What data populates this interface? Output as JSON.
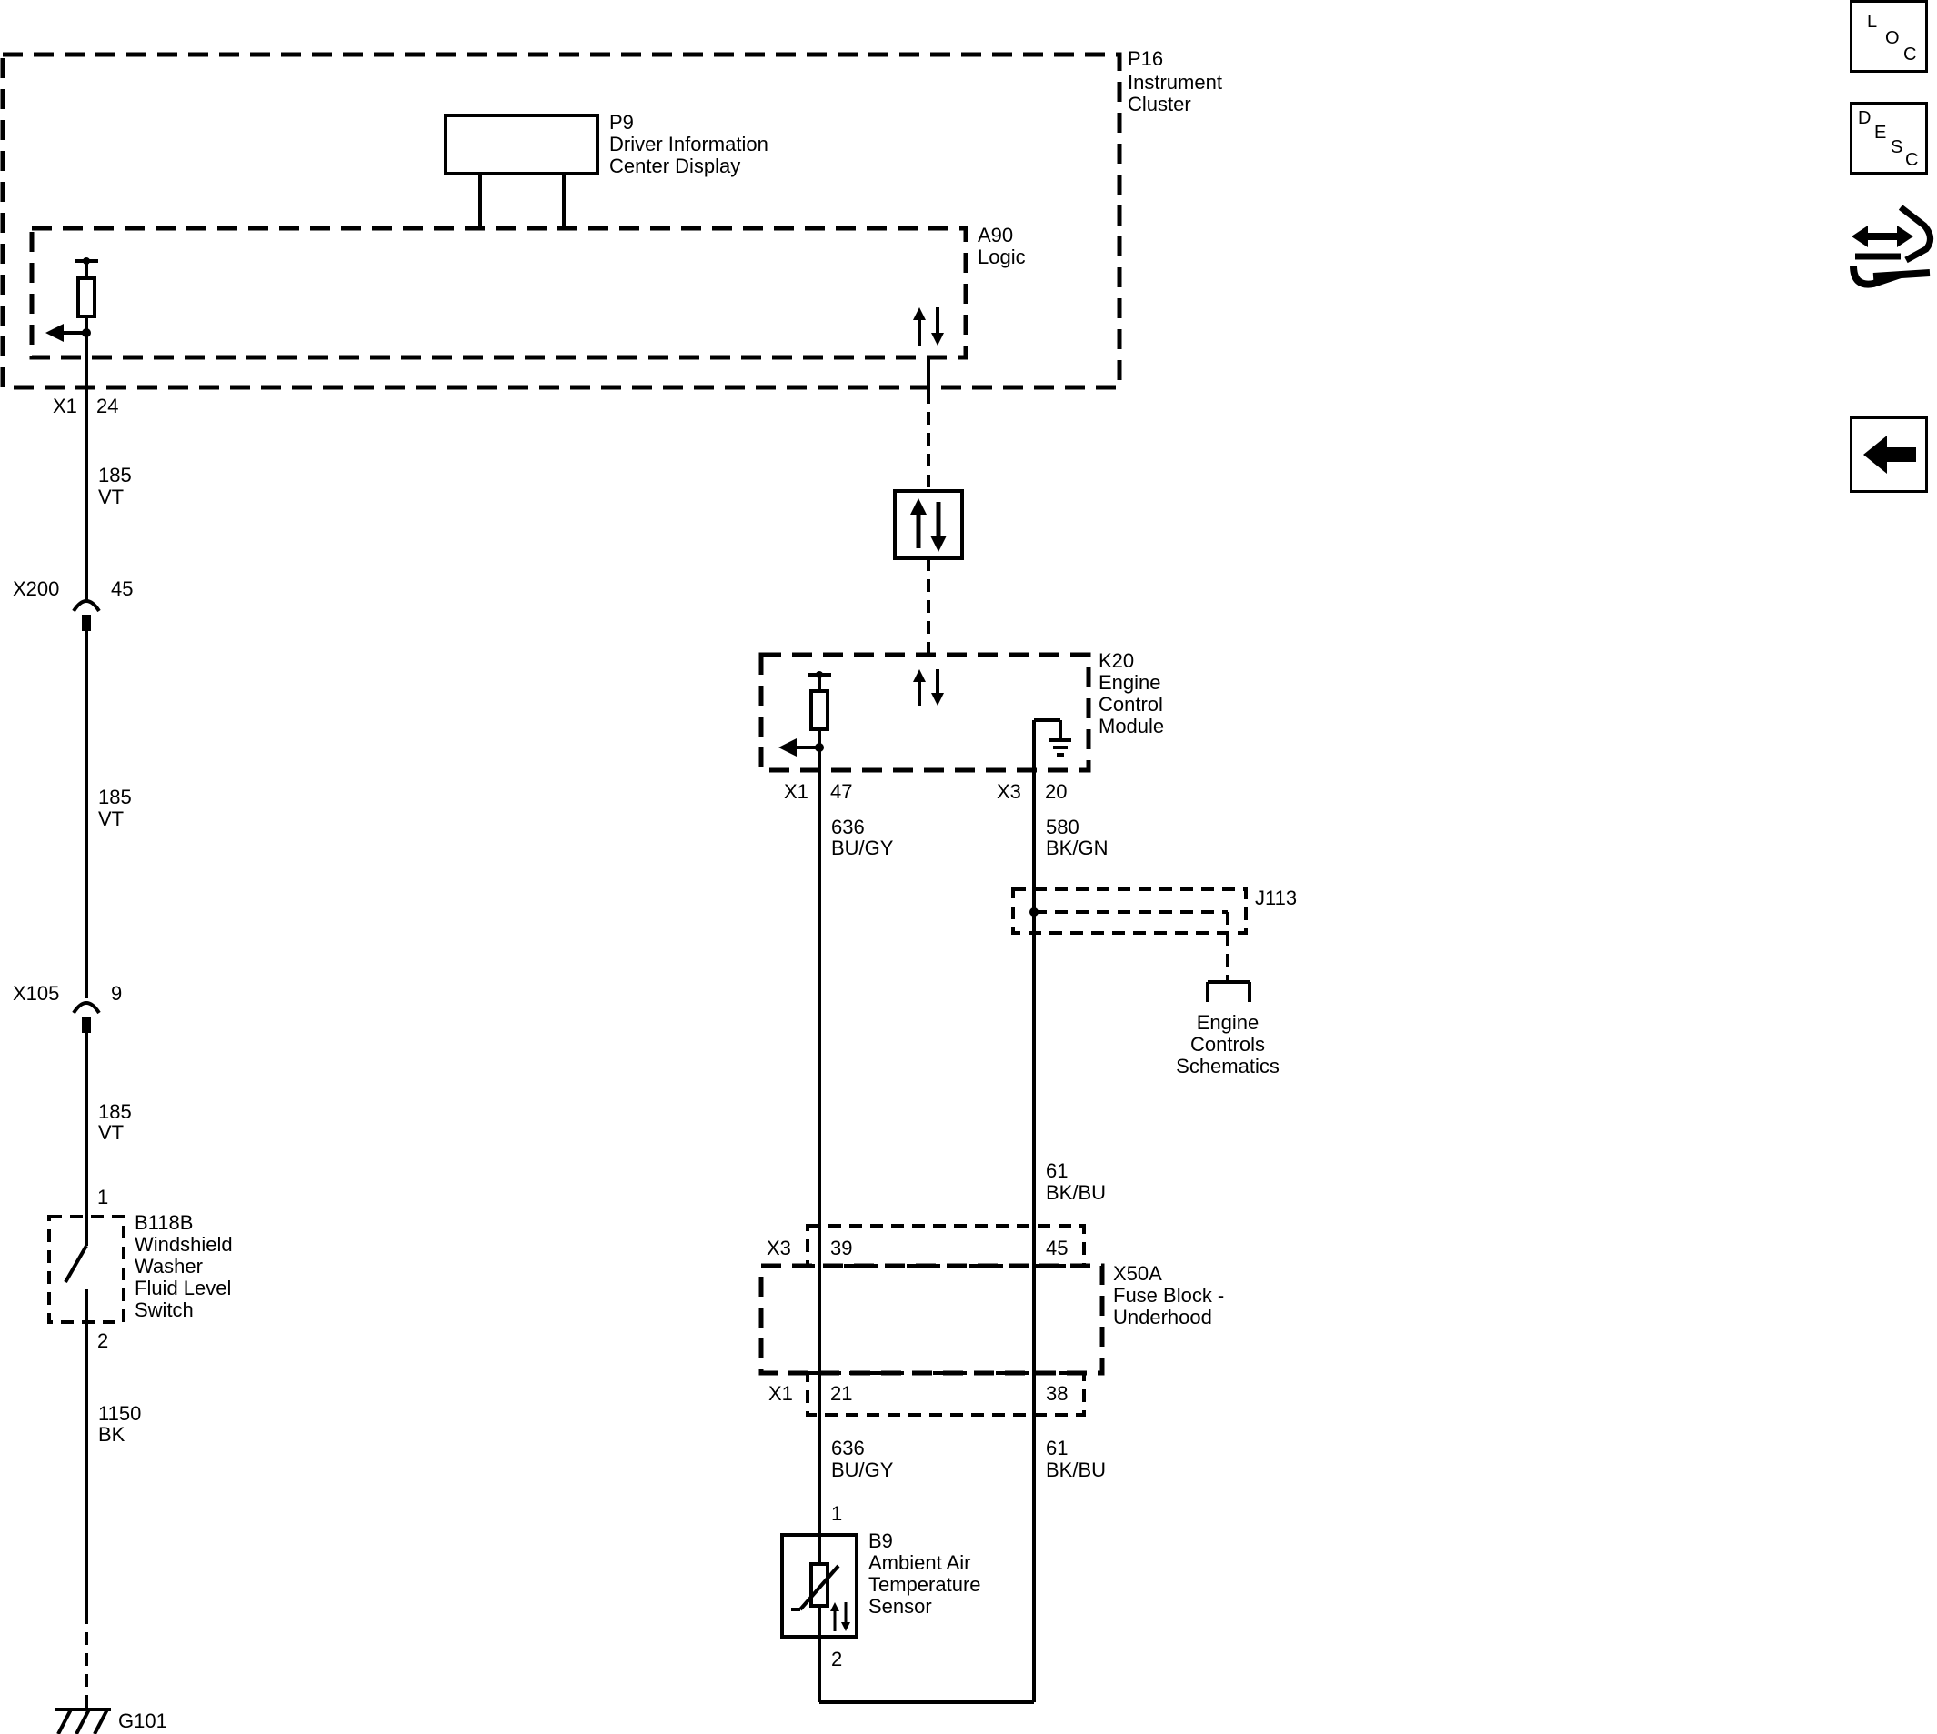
{
  "components": {
    "p16": {
      "ref": "P16",
      "name": [
        "Instrument",
        "Cluster"
      ]
    },
    "p9": {
      "ref": "P9",
      "name": [
        "Driver Information",
        "Center Display"
      ]
    },
    "a90": {
      "ref": "A90",
      "name": [
        "Logic"
      ]
    },
    "k20": {
      "ref": "K20",
      "name": [
        "Engine",
        "Control",
        "Module"
      ]
    },
    "j113": {
      "ref": "J113"
    },
    "engine_controls": {
      "name": [
        "Engine",
        "Controls",
        "Schematics"
      ]
    },
    "x50a": {
      "ref": "X50A",
      "name": [
        "Fuse Block -",
        "Underhood"
      ]
    },
    "b118b": {
      "ref": "B118B",
      "name": [
        "Windshield",
        "Washer",
        "Fluid Level",
        "Switch"
      ]
    },
    "b9": {
      "ref": "B9",
      "name": [
        "Ambient Air",
        "Temperature",
        "Sensor"
      ]
    },
    "g101": {
      "ref": "G101"
    }
  },
  "connectors": {
    "p16_x1": {
      "conn": "X1",
      "pin": "24"
    },
    "x200": {
      "conn": "X200",
      "pin": "45"
    },
    "x105": {
      "conn": "X105",
      "pin": "9"
    },
    "k20_x1": {
      "conn": "X1",
      "pin": "47"
    },
    "k20_x3": {
      "conn": "X3",
      "pin": "20"
    },
    "x50a_x3_left": {
      "conn": "X3",
      "pin": "39"
    },
    "x50a_x3_right": {
      "pin": "45"
    },
    "x50a_x1_left": {
      "conn": "X1",
      "pin": "21"
    },
    "x50a_x1_right": {
      "pin": "38"
    },
    "b118b_pin1": "1",
    "b118b_pin2": "2",
    "b9_pin1": "1",
    "b9_pin2": "2"
  },
  "wires": {
    "w185_a": {
      "circuit": "185",
      "color": "VT"
    },
    "w185_b": {
      "circuit": "185",
      "color": "VT"
    },
    "w185_c": {
      "circuit": "185",
      "color": "VT"
    },
    "w1150": {
      "circuit": "1150",
      "color": "BK"
    },
    "w636_a": {
      "circuit": "636",
      "color": "BU/GY"
    },
    "w580": {
      "circuit": "580",
      "color": "BK/GN"
    },
    "w61_a": {
      "circuit": "61",
      "color": "BK/BU"
    },
    "w636_b": {
      "circuit": "636",
      "color": "BU/GY"
    },
    "w61_b": {
      "circuit": "61",
      "color": "BK/BU"
    }
  },
  "nav": {
    "loc": [
      "L",
      "O",
      "C"
    ],
    "desc": [
      "D",
      "E",
      "S",
      "C"
    ],
    "connector_icon": "connector-repair-icon",
    "back_icon": "back-arrow-icon"
  }
}
